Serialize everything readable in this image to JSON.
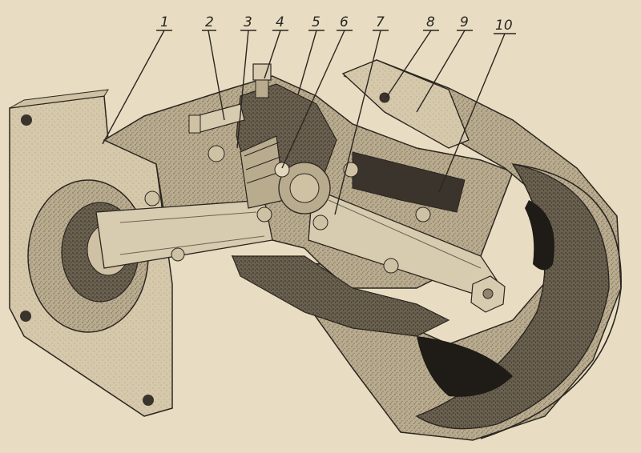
{
  "figure": {
    "callouts": [
      {
        "id": "1",
        "label": "1"
      },
      {
        "id": "2",
        "label": "2"
      },
      {
        "id": "3",
        "label": "3"
      },
      {
        "id": "4",
        "label": "4"
      },
      {
        "id": "5",
        "label": "5"
      },
      {
        "id": "6",
        "label": "6"
      },
      {
        "id": "7",
        "label": "7"
      },
      {
        "id": "8",
        "label": "8"
      },
      {
        "id": "9",
        "label": "9"
      },
      {
        "id": "10",
        "label": "10"
      }
    ]
  },
  "colors": {
    "paper": "#e8dcc2",
    "ink": "#2b2620",
    "casting_light": "#cfc1a3",
    "casting_mid": "#a89a7e",
    "casting_dark": "#5a5144",
    "cavity": "#3a342c"
  }
}
